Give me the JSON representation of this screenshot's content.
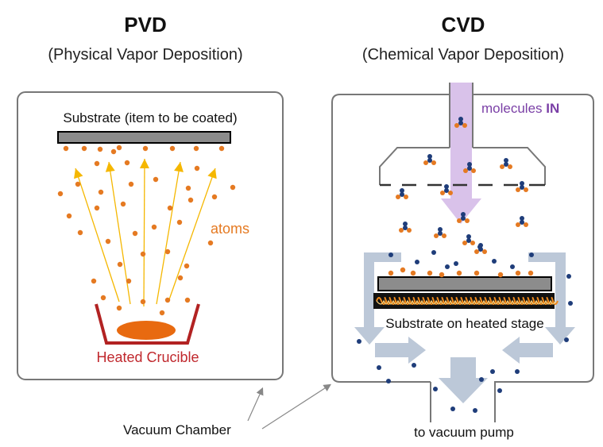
{
  "pvd": {
    "title": "PVD",
    "subtitle": "(Physical Vapor Deposition)",
    "substrate_label": "Substrate (item to be coated)",
    "atoms_label": "atoms",
    "crucible_label": "Heated Crucible"
  },
  "cvd": {
    "title": "CVD",
    "subtitle": "(Chemical Vapor Deposition)",
    "inlet_prefix": "molecules ",
    "inlet_suffix": "IN",
    "stage_label": "Substrate on heated stage",
    "pump_label": "to vacuum pump"
  },
  "chamber_label": "Vacuum Chamber",
  "colors": {
    "atom": "#E57A22",
    "atom_label": "#E57A22",
    "molecule_core": "#1F3D7A",
    "arrow_yellow": "#F5B700",
    "crucible": "#B22222",
    "crucible_label": "#C0282D",
    "inlet": "#D9C2EA",
    "inlet_text": "#7A3FA6",
    "flow_arrow": "#BCC8D8",
    "chamber_border": "#777777",
    "substrate": "#8C8C8C",
    "heater_flame": "#F08A1C"
  }
}
